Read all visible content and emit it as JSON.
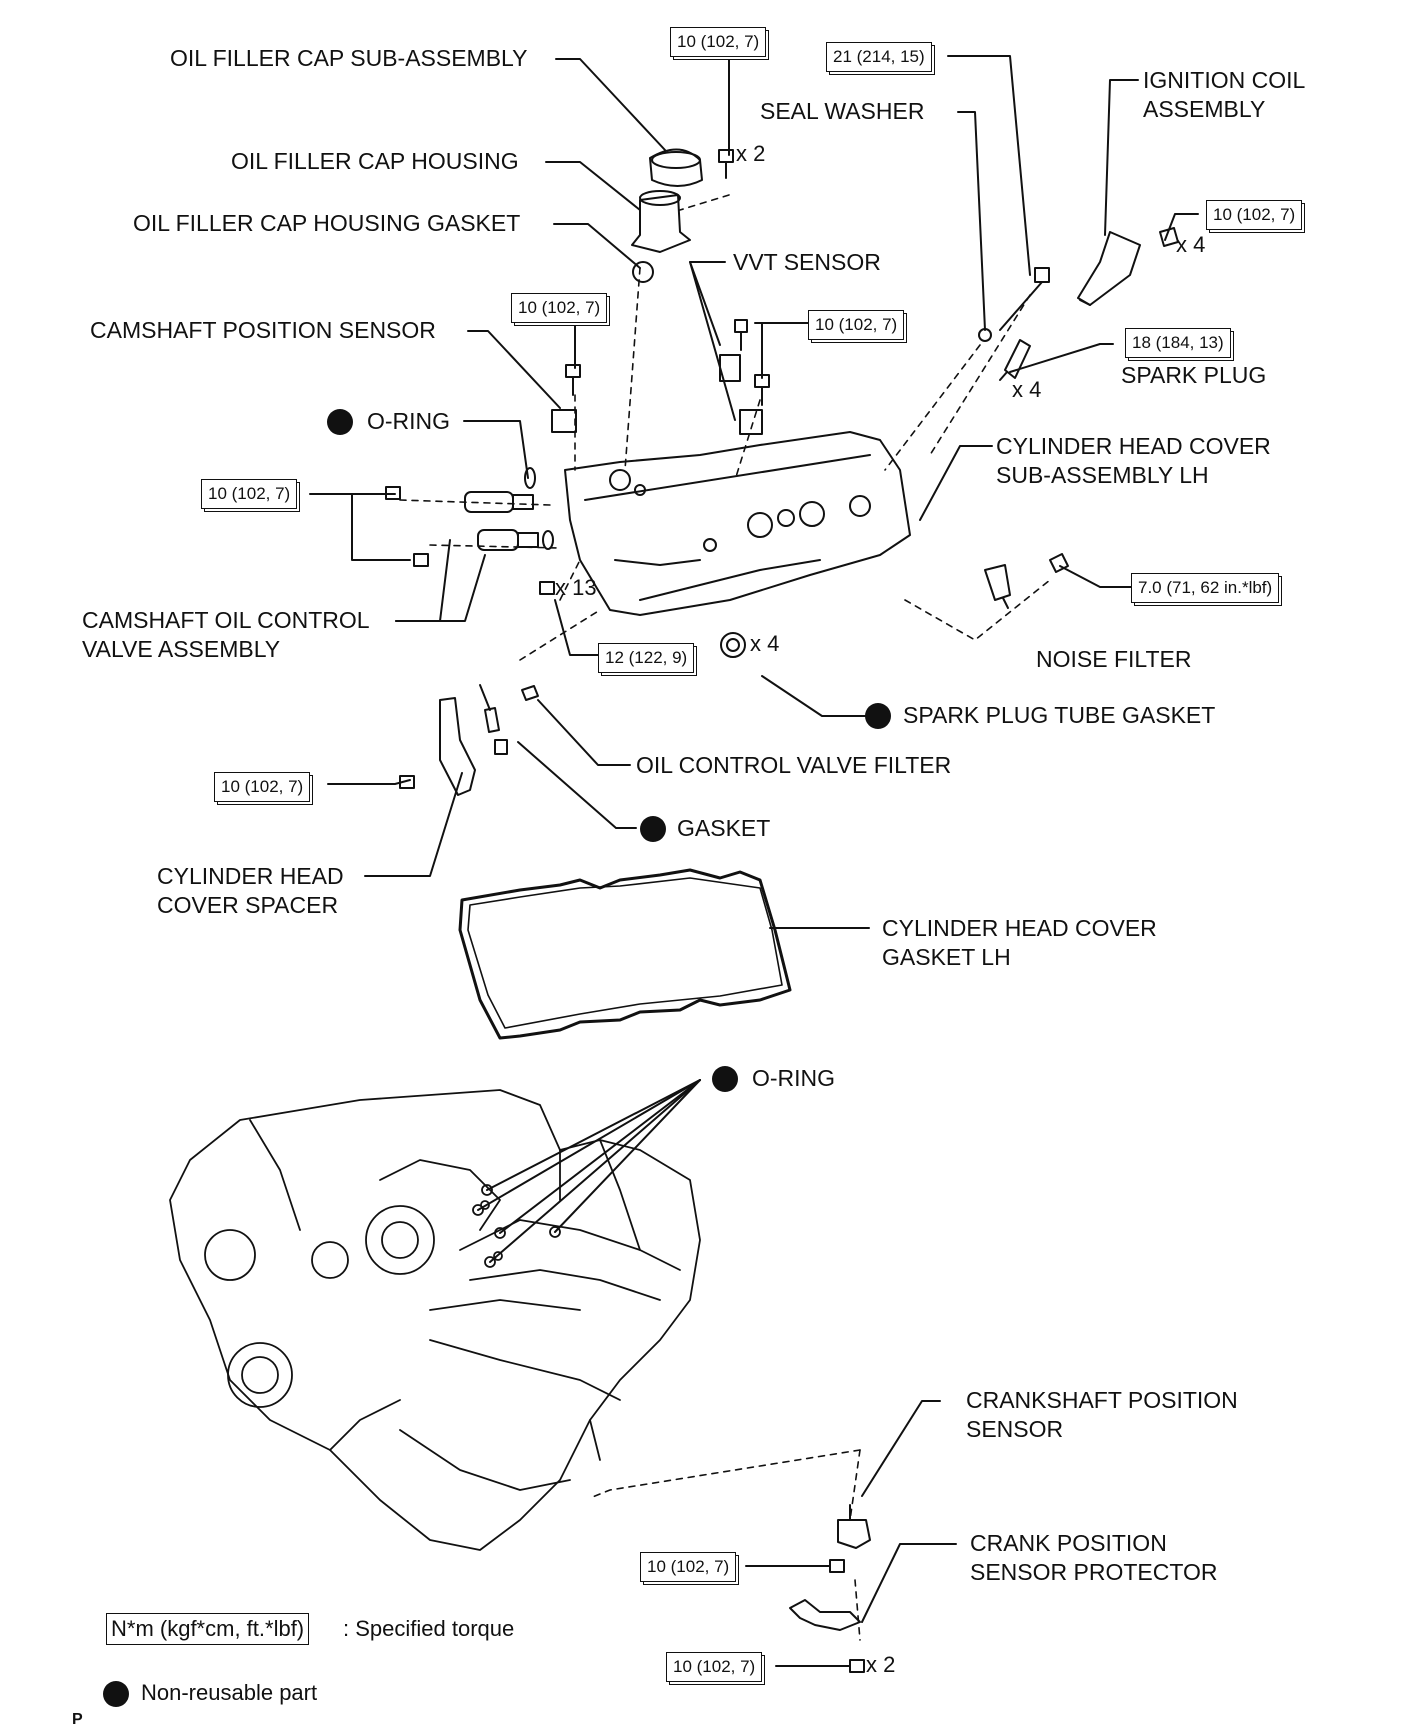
{
  "labels": {
    "oil_filler_cap_sub_assembly": "OIL FILLER CAP SUB-ASSEMBLY",
    "oil_filler_cap_housing": "OIL FILLER CAP HOUSING",
    "oil_filler_cap_housing_gasket": "OIL FILLER CAP HOUSING GASKET",
    "camshaft_position_sensor": "CAMSHAFT POSITION SENSOR",
    "o_ring_upper": "O-RING",
    "camshaft_oil_control_valve_1": "CAMSHAFT OIL CONTROL",
    "camshaft_oil_control_valve_2": "VALVE ASSEMBLY",
    "seal_washer": "SEAL WASHER",
    "vvt_sensor": "VVT SENSOR",
    "ignition_coil_1": "IGNITION COIL",
    "ignition_coil_2": "ASSEMBLY",
    "spark_plug": "SPARK PLUG",
    "cylinder_head_cover_1": "CYLINDER HEAD COVER",
    "cylinder_head_cover_2": "SUB-ASSEMBLY LH",
    "noise_filter": "NOISE FILTER",
    "spark_plug_tube_gasket": "SPARK PLUG TUBE GASKET",
    "oil_control_valve_filter": "OIL CONTROL VALVE FILTER",
    "gasket": "GASKET",
    "cylinder_head_cover_spacer_1": "CYLINDER HEAD",
    "cylinder_head_cover_spacer_2": "COVER SPACER",
    "cylinder_head_cover_gasket_1": "CYLINDER HEAD COVER",
    "cylinder_head_cover_gasket_2": "GASKET LH",
    "o_ring_lower": "O-RING",
    "crankshaft_position_sensor_1": "CRANKSHAFT POSITION",
    "crankshaft_position_sensor_2": "SENSOR",
    "crank_position_protector_1": "CRANK POSITION",
    "crank_position_protector_2": "SENSOR PROTECTOR"
  },
  "torques": {
    "filler_housing_bolt": "10 (102, 7)",
    "seal_washer_bolt": "21 (214, 15)",
    "ignition_coil_bolt": "10 (102, 7)",
    "cam_sensor_bolt": "10 (102, 7)",
    "vvt_bolt": "10 (102, 7)",
    "spark_plug": "18 (184, 13)",
    "ocv_bolt": "10 (102, 7)",
    "noise_filter_bolt": "7.0 (71, 62 in.*lbf)",
    "cover_bolt": "12 (122, 9)",
    "spacer_bolt": "10 (102, 7)",
    "crank_sensor_bolt": "10 (102, 7)",
    "protector_bolt": "10 (102, 7)"
  },
  "quantities": {
    "filler_bolts": "x 2",
    "coil_bolts": "x 4",
    "spark_plugs": "x 4",
    "cover_bolts": "x 13",
    "tube_gaskets": "x 4",
    "protector_bolts": "x 2"
  },
  "legend": {
    "torque_unit": "N*m (kgf*cm, ft.*lbf)",
    "torque_desc": ": Specified torque",
    "nonreusable_desc": "Non-reusable part"
  },
  "corner_mark": "P",
  "colors": {
    "ink": "#111111",
    "paper": "#ffffff"
  }
}
